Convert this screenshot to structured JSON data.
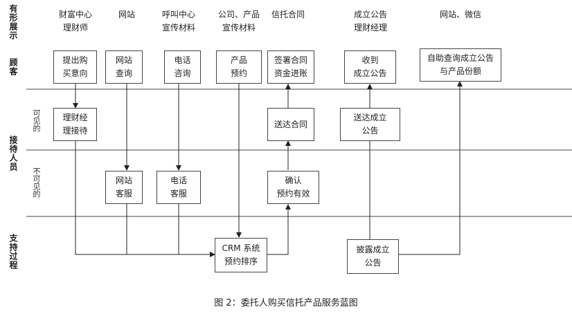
{
  "rows": {
    "physical_evidence": "有形展示",
    "customer": "顾客",
    "contact_staff": "接待人员",
    "visible": "可见的",
    "invisible": "不可见的",
    "support": "支持过程"
  },
  "columns": [
    "财富中心\n理财师",
    "网站",
    "呼叫中心\n宣传材料",
    "公司、产品\n宣传材料",
    "信托合同",
    "成立公告\n理财经理",
    "网站、微信"
  ],
  "boxes": {
    "b1": "提出购\n买意向",
    "b2": "网站\n查询",
    "b3": "电话\n咨询",
    "b4": "产品\n预约",
    "b5": "签署合同\n资金进账",
    "b6": "收到\n成立公告",
    "b7": "自助查询成立公告\n与产品份额",
    "b8": "理财经\n理接待",
    "b9": "送达合同",
    "b10": "送达成立\n公告",
    "b11": "网站\n客服",
    "b12": "电话\n客服",
    "b13": "确认\n预约有效",
    "b14": "CRM 系统\n预约排序",
    "b15": "披露成立\n公告"
  },
  "caption": "图 2：委托人购买信托产品服务蓝图"
}
